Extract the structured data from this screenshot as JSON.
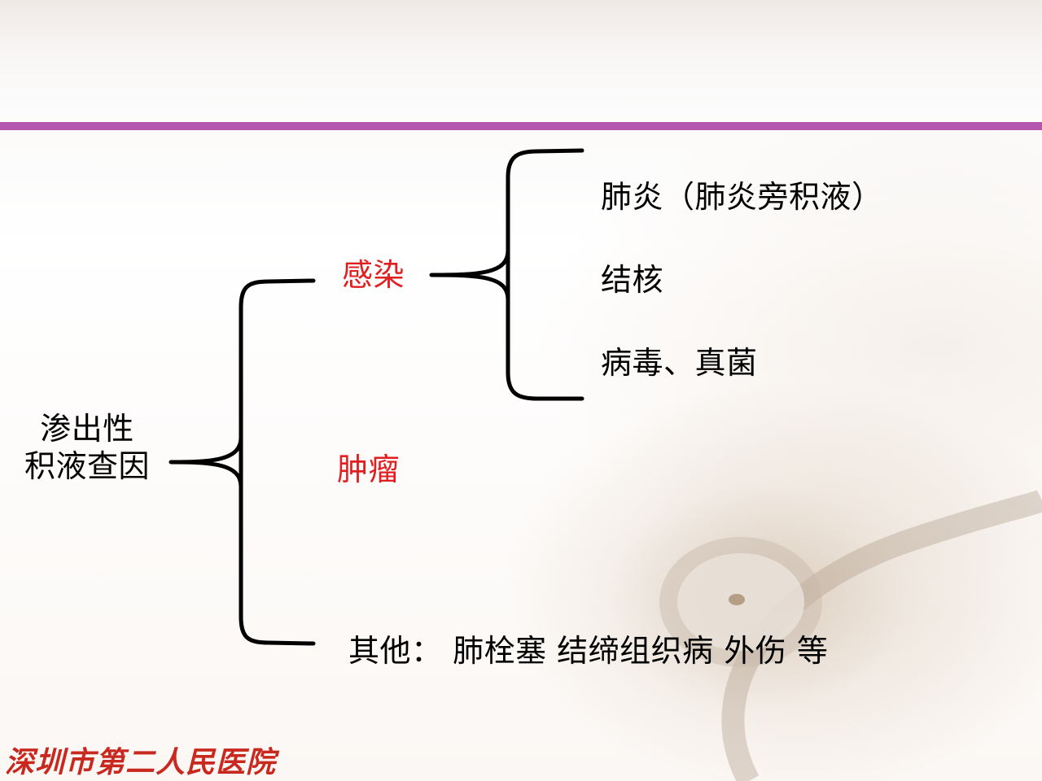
{
  "diagram": {
    "root": {
      "line1": "渗出性",
      "line2": "积液查因"
    },
    "level1": {
      "infection": "感染",
      "tumor": "肿瘤",
      "other": "其他：  肺栓塞 结缔组织病 外伤 等"
    },
    "infection_children": [
      "肺炎（肺炎旁积液）",
      "结核",
      "病毒、真菌"
    ]
  },
  "footer": {
    "logo_text": "深圳市第二人民医院"
  },
  "colors": {
    "accent_rule": "#b455b0",
    "category_red": "#e02020",
    "logo_red": "#c8281e"
  }
}
